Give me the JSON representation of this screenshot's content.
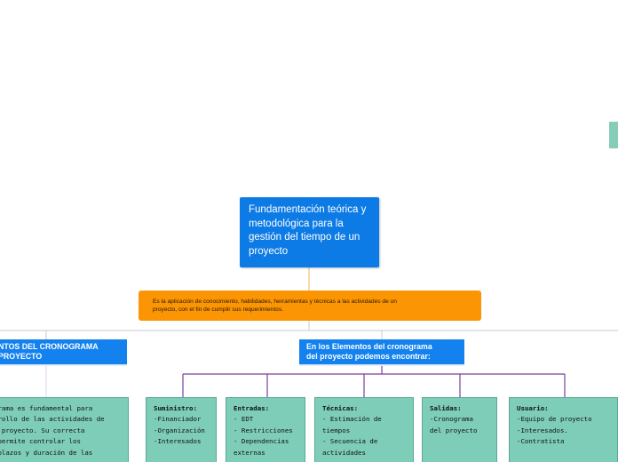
{
  "main_topic": {
    "text": "Fundamentación teórica y metodológica para la gestión del tiempo de un proyecto"
  },
  "definition_note": {
    "lines": [
      "Es la aplicación de conocimiento, habilidades, herramientas y técnicas a las actividades de un",
      "proyecto, con el fin de cumplir sus requerimientos."
    ]
  },
  "left_subtopic": {
    "lines": [
      "NTOS DEL CRONOGRAMA",
      "PROYECTO"
    ]
  },
  "right_subtopic": {
    "lines": [
      "En los Elementos del cronograma",
      "del proyecto podemos encontrar:"
    ]
  },
  "left_detail": {
    "lines": [
      "grama es fundamental para",
      "rrollo de las actividades de",
      "r proyecto. Su correcta",
      " permite controlar los",
      " plazos y duración de las"
    ]
  },
  "elements": [
    {
      "title": "Suministro:",
      "lines": [
        "-Financiador",
        "-Organización",
        "-Interesados"
      ]
    },
    {
      "title": "Entradas:",
      "lines": [
        "- EDT",
        "- Restricciones",
        "- Dependencias",
        "externas"
      ]
    },
    {
      "title": "Técnicas:",
      "lines": [
        "- Estimación de",
        "tiempos",
        "- Secuencia de",
        "actividades"
      ]
    },
    {
      "title": "Salidas:",
      "lines": [
        "-Cronograma",
        "del proyecto"
      ]
    },
    {
      "title": "Usuario:",
      "lines": [
        "-Equipo de proyecto",
        "-Interesados.",
        "-Contratista"
      ]
    }
  ],
  "colors": {
    "main_topic": "#0d7be5",
    "subtopic": "#1381ee",
    "note": "#fb9504",
    "detail": "#7ecdb8",
    "connector_purple": "#7b3f9e",
    "connector_orange": "#f5c27a",
    "connector_gray": "#c9c9d6"
  }
}
